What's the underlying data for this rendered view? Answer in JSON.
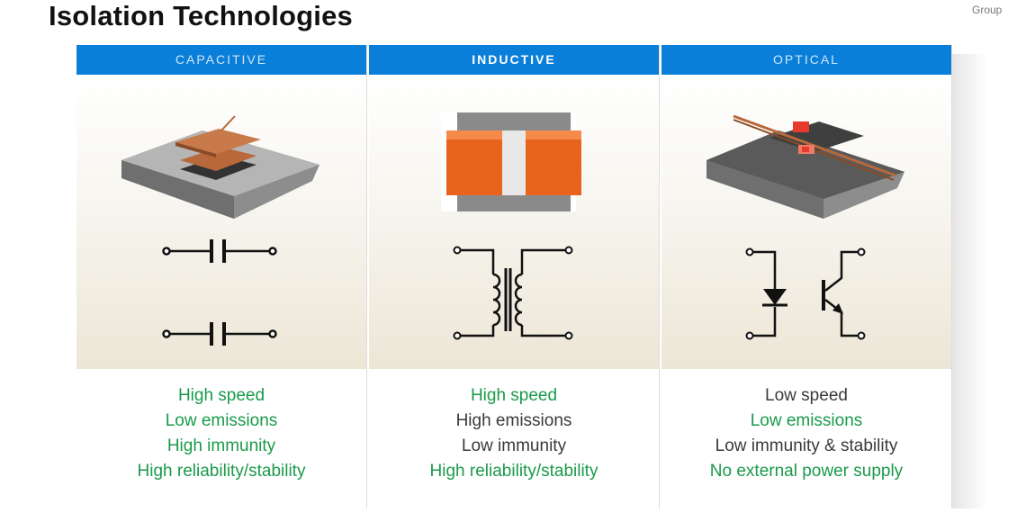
{
  "title": "Isolation Technologies",
  "logo": {
    "group_text": "Group"
  },
  "colors": {
    "header": "#0a7fd9",
    "good": "#1a9a4a",
    "bad": "#3a3a3a"
  },
  "columns": [
    {
      "header": "CAPACITIVE",
      "props": [
        {
          "text": "High speed",
          "positive": true
        },
        {
          "text": "Low emissions",
          "positive": true
        },
        {
          "text": "High immunity",
          "positive": true
        },
        {
          "text": "High reliability/stability",
          "positive": true
        }
      ]
    },
    {
      "header": "INDUCTIVE",
      "props": [
        {
          "text": "High speed",
          "positive": true
        },
        {
          "text": "High emissions",
          "positive": false
        },
        {
          "text": "Low immunity",
          "positive": false
        },
        {
          "text": "High reliability/stability",
          "positive": true
        }
      ]
    },
    {
      "header": "OPTICAL",
      "props": [
        {
          "text": "Low speed",
          "positive": false
        },
        {
          "text": "Low emissions",
          "positive": true
        },
        {
          "text": "Low immunity & stability",
          "positive": false
        },
        {
          "text": "No external power supply",
          "positive": true
        }
      ]
    }
  ]
}
